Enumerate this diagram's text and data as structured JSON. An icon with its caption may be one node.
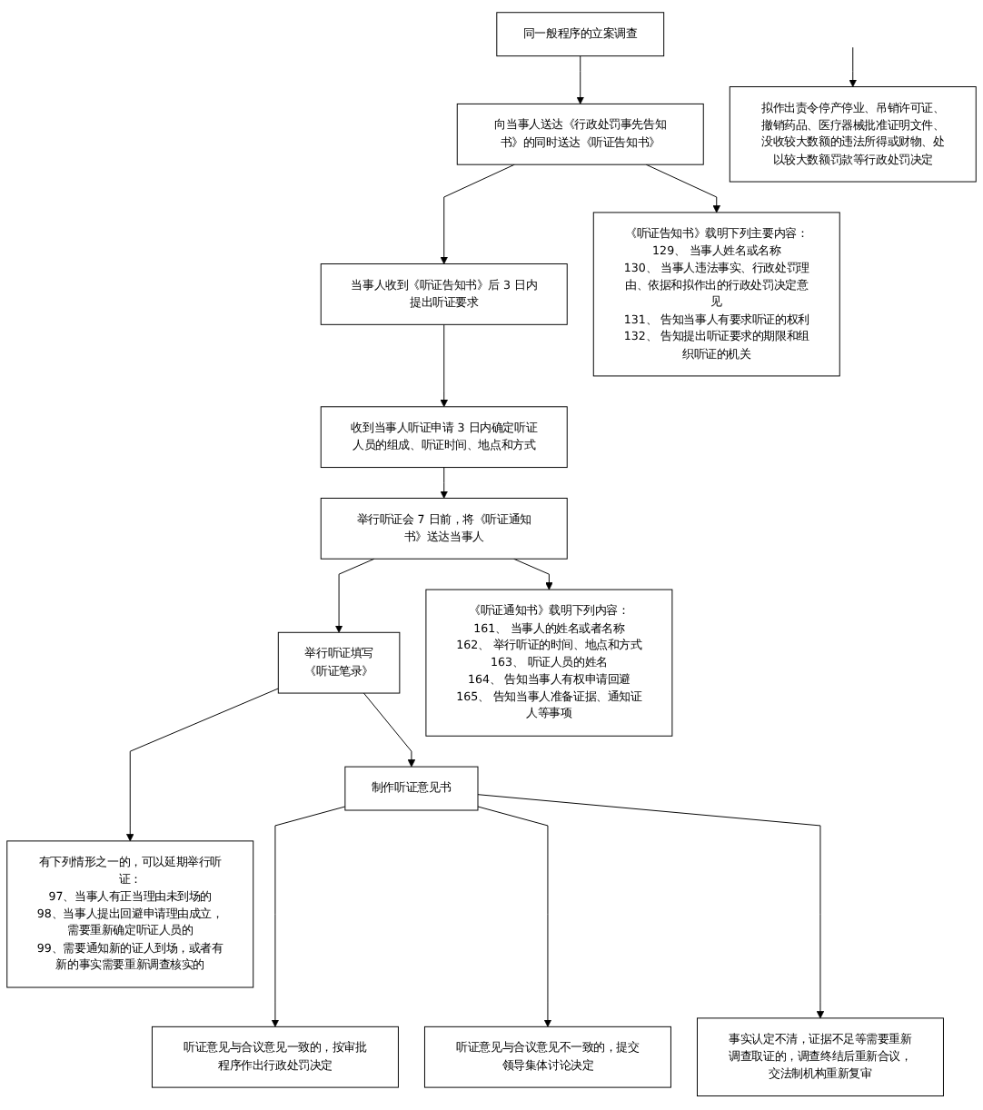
{
  "diagram": {
    "nodes": [
      {
        "text": [
          "同一般程序的立案调查"
        ]
      },
      {
        "text": [
          "拟作出责令停产停业、吊销许可证、撤销药品、医疗器械批准证明文件、没收较大数额的违法所得或财物、处以较大数额罚款等行政处罚决定"
        ]
      },
      {
        "text": [
          "向当事人送达《行政处罚事先告知书》的同时送达《听证告知书》"
        ]
      },
      {
        "text": [
          "《听证告知书》载明下列主要内容：",
          "129、 当事人姓名或名称",
          "130、 当事人违法事实、行政处罚理由、依据和拟作出的行政处罚决定意见",
          "131、 告知当事人有要求听证的权利",
          "132、 告知提出听证要求的期限和组织听证的机关"
        ]
      },
      {
        "text": [
          "当事人收到《听证告知书》后 3 日内提出听证要求"
        ]
      },
      {
        "text": [
          "收到当事人听证申请 3 日内确定听证人员的组成、听证时间、地点和方式"
        ]
      },
      {
        "text": [
          "举行听证会 7 日前，将《听证通知书》送达当事人"
        ]
      },
      {
        "text": [
          "《听证通知书》载明下列内容：",
          "161、 当事人的姓名或者名称",
          "162、 举行听证的时间、地点和方式",
          "163、 听证人员的姓名",
          "164、 告知当事人有权申请回避",
          "165、 告知当事人准备证据、通知证人等事项"
        ]
      },
      {
        "text": [
          "举行听证填写",
          "《听证笔录》"
        ]
      },
      {
        "text": [
          "有下列情形之一的，可以延期举行听证：",
          "97、当事人有正当理由未到场的",
          "98、当事人提出回避申请理由成立，需要重新确定听证人员的",
          "99、需要通知新的证人到场，或者有新的事实需要重新调查核实的"
        ]
      },
      {
        "text": [
          "制作听证意见书"
        ]
      },
      {
        "text": [
          "听证意见与合议意见一致的，按审批程序作出行政处罚决定"
        ]
      },
      {
        "text": [
          "听证意见与合议意见不一致的，提交领导集体讨论决定"
        ]
      },
      {
        "text": [
          "事实认定不清，证据不足等需要重新调查取证的，调查终结后重新合议，交法制机构重新复审"
        ]
      }
    ],
    "edges": [
      {
        "from": 0,
        "to": 2,
        "arrow": "to"
      },
      {
        "from": null,
        "to": 1,
        "arrow": "to"
      },
      {
        "from": 2,
        "to": 3,
        "arrow": "to"
      },
      {
        "from": 2,
        "to": 4,
        "arrow": "to"
      },
      {
        "from": 4,
        "to": 5,
        "arrow": "to"
      },
      {
        "from": 5,
        "to": 6,
        "arrow": "to"
      },
      {
        "from": 6,
        "to": 7,
        "arrow": "to"
      },
      {
        "from": 6,
        "to": 8,
        "arrow": "to"
      },
      {
        "from": 8,
        "to": 9,
        "arrow": "to"
      },
      {
        "from": 8,
        "to": 10,
        "arrow": "to"
      },
      {
        "from": 10,
        "to": 11,
        "arrow": "to"
      },
      {
        "from": 10,
        "to": 12,
        "arrow": "to"
      },
      {
        "from": 10,
        "to": 13,
        "arrow": "to"
      }
    ]
  }
}
